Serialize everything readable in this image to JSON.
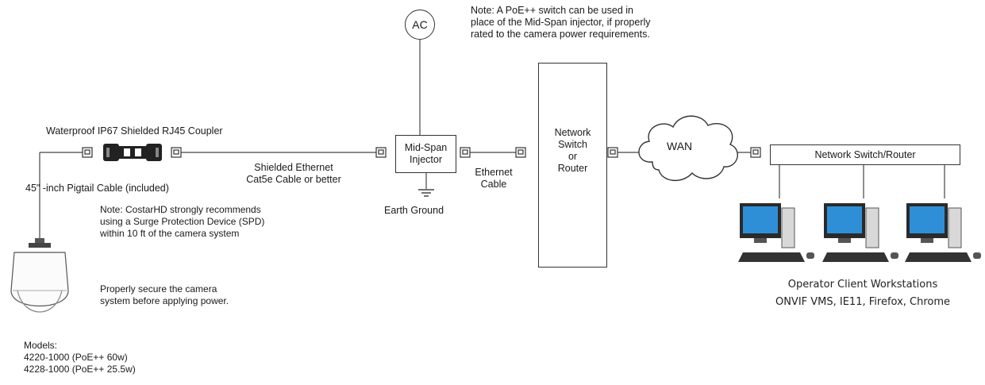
{
  "labels": {
    "ac": "AC",
    "poe_note": [
      "Note: A PoE++ switch can be used in",
      "place of the Mid-Span injector, if properly",
      "rated to the camera power requirements."
    ],
    "coupler": "Waterproof IP67 Shielded RJ45 Coupler",
    "pigtail": "45\" -inch Pigtail Cable (included)",
    "shielded_cable": [
      "Shielded Ethernet",
      "Cat5e Cable or better"
    ],
    "midspan": [
      "Mid-Span",
      "Injector"
    ],
    "earth_ground": "Earth Ground",
    "ethernet_cable": [
      "Ethernet",
      "Cable"
    ],
    "network_switch": [
      "Network",
      "Switch",
      "or",
      "Router"
    ],
    "wan": "WAN",
    "switch_router": "Network Switch/Router",
    "spd_note": [
      "Note: CostarHD strongly recommends",
      "using a Surge Protection Device (SPD)",
      "within 10 ft of the camera system"
    ],
    "secure_note": [
      "Properly secure the camera",
      "system before applying power."
    ],
    "workstations": [
      "Operator Client Workstations",
      "ONVIF VMS, IE11, Firefox, Chrome"
    ],
    "models": [
      "Models:",
      "4220-1000 (PoE++ 60w)",
      "4228-1000 (PoE++ 25.5w)"
    ]
  },
  "icons": [
    "rj45-plug-icon",
    "rj45-coupler-icon",
    "ground-symbol-icon",
    "cloud-icon",
    "computer-workstation-icon",
    "dome-camera-icon"
  ]
}
